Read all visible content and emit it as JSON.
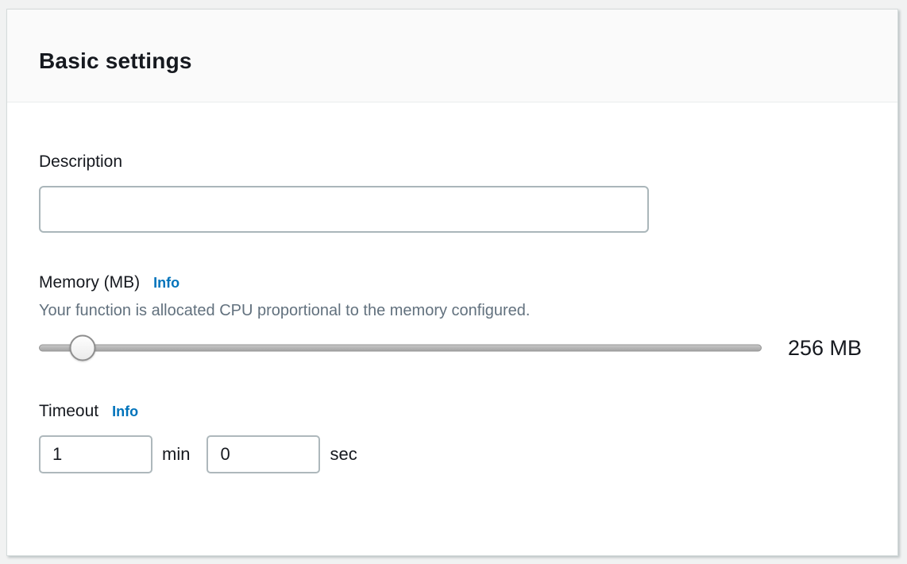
{
  "panel": {
    "title": "Basic settings"
  },
  "description": {
    "label": "Description",
    "value": "",
    "placeholder": ""
  },
  "memory": {
    "label": "Memory (MB)",
    "info_label": "Info",
    "help_text": "Your function is allocated CPU proportional to the memory configured.",
    "value_display": "256 MB",
    "slider_percent": 6
  },
  "timeout": {
    "label": "Timeout",
    "info_label": "Info",
    "minutes_value": "1",
    "minutes_unit": "min",
    "seconds_value": "0",
    "seconds_unit": "sec"
  },
  "colors": {
    "link_blue": "#0073bb",
    "text_dark": "#16191f",
    "text_muted": "#62717e",
    "header_bg": "#fafafa",
    "panel_border": "#d5dbdb",
    "input_border": "#aab6ba",
    "page_bg": "#f1f2f2"
  }
}
